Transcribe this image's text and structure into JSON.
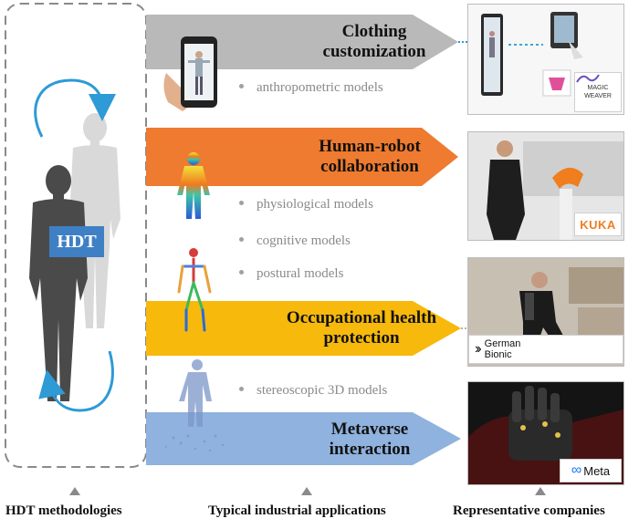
{
  "methodology": {
    "badge": "HDT",
    "bottom_label": "HDT methodologies"
  },
  "applications": {
    "bottom_label": "Typical industrial applications",
    "items": [
      {
        "title_line1": "Clothing",
        "title_line2": "customization",
        "color": "#b9b9b9",
        "models": [
          "anthropometric models"
        ]
      },
      {
        "title_line1": "Human-robot",
        "title_line2": "collaboration",
        "color": "#ee7b2f",
        "models": [
          "physiological models",
          "cognitive models",
          "postural models"
        ]
      },
      {
        "title_line1": "Occupational health",
        "title_line2": "protection",
        "color": "#f6b90c",
        "models": []
      },
      {
        "title_line1": "Metaverse",
        "title_line2": "interaction",
        "color": "#8fb2de",
        "models": [
          "stereoscopic 3D models"
        ]
      }
    ]
  },
  "companies": {
    "bottom_label": "Representative companies",
    "magic_weaver_line1": "MAGIC",
    "magic_weaver_line2": "WEAVER",
    "kuka": "KUKA",
    "german_bionic_line1": "German",
    "german_bionic_line2": "Bionic",
    "meta": "Meta"
  },
  "colors": {
    "cycle_arrow": "#2e9ad6",
    "badge_bg": "#3f7fc4",
    "dark_figure": "#4a4a4a",
    "light_figure": "#d9d9d9"
  }
}
